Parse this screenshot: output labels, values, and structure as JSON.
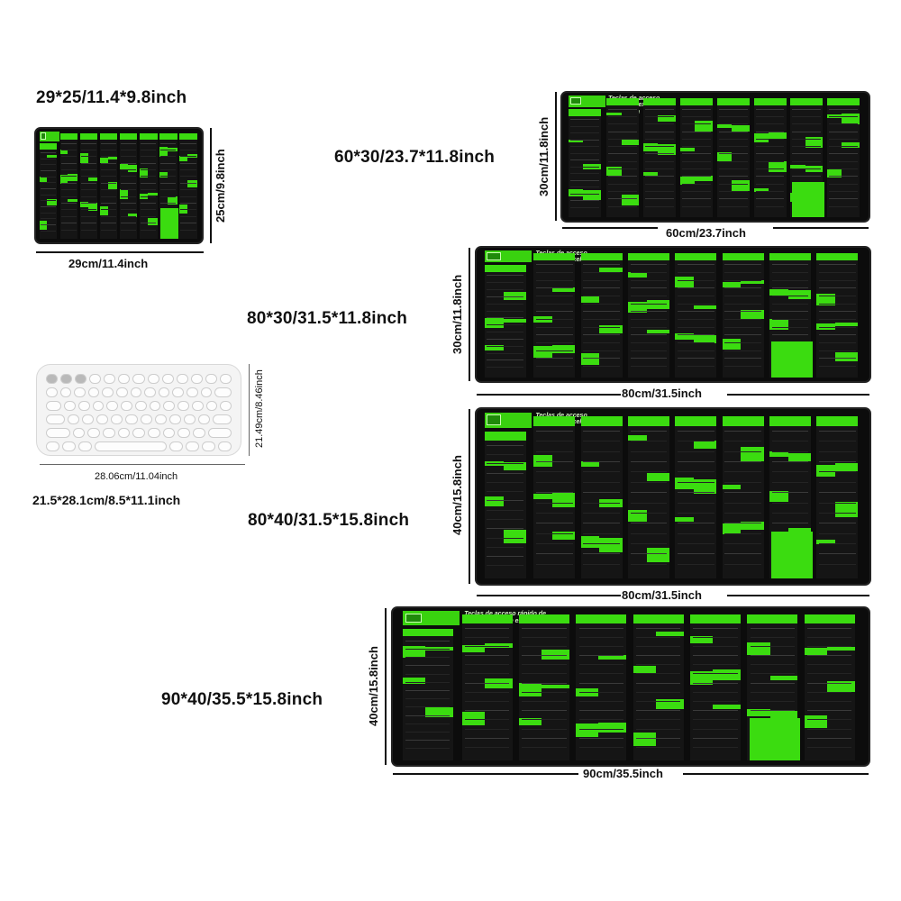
{
  "products": [
    {
      "id": "29x25",
      "size_label": "29*25/11.4*9.8inch",
      "width_label": "29cm/11.4inch",
      "height_label": "25cm/9.8inch"
    },
    {
      "id": "60x30",
      "size_label": "60*30/23.7*11.8inch",
      "width_label": "60cm/23.7inch",
      "height_label": "30cm/11.8inch"
    },
    {
      "id": "80x30",
      "size_label": "80*30/31.5*11.8inch",
      "width_label": "80cm/31.5inch",
      "height_label": "30cm/11.8inch"
    },
    {
      "id": "80x40",
      "size_label": "80*40/31.5*15.8inch",
      "width_label": "80cm/31.5inch",
      "height_label": "40cm/15.8inch"
    },
    {
      "id": "90x40",
      "size_label": "90*40/35.5*15.8inch",
      "width_label": "90cm/35.5inch",
      "height_label": "40cm/15.8inch"
    }
  ],
  "keyboard": {
    "width_label": "28.06cm/11.04inch",
    "height_label": "21.49cm/8.46inch",
    "size_label": "21.5*28.1cm/8.5*11.1inch"
  },
  "mat_header_text": "Teclas de acceso rápido de excel versión en español",
  "colors": {
    "mat_background": "#0c0c0c",
    "accent_green": "#3bdc10"
  }
}
